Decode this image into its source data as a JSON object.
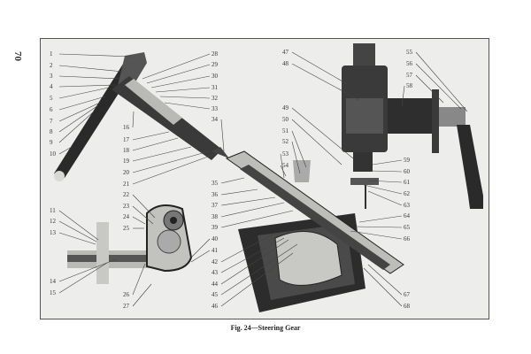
{
  "page_number": "70",
  "figure": {
    "caption": "Fig. 24—Steering Gear",
    "callouts": [
      "1",
      "2",
      "3",
      "4",
      "5",
      "6",
      "7",
      "8",
      "9",
      "10",
      "11",
      "12",
      "13",
      "14",
      "15",
      "16",
      "17",
      "18",
      "19",
      "20",
      "21",
      "22",
      "23",
      "24",
      "25",
      "26",
      "27",
      "28",
      "29",
      "30",
      "31",
      "32",
      "33",
      "34",
      "35",
      "36",
      "37",
      "38",
      "39",
      "40",
      "41",
      "42",
      "43",
      "44",
      "45",
      "46",
      "47",
      "48",
      "49",
      "50",
      "51",
      "52",
      "53",
      "54",
      "55",
      "56",
      "57",
      "58",
      "59",
      "60",
      "61",
      "62",
      "63",
      "64",
      "65",
      "66",
      "67",
      "68"
    ]
  },
  "colors": {
    "ink": "#222222",
    "paper": "#ededeb",
    "metal": "#b9b9b5",
    "dark": "#2a2a2a"
  }
}
